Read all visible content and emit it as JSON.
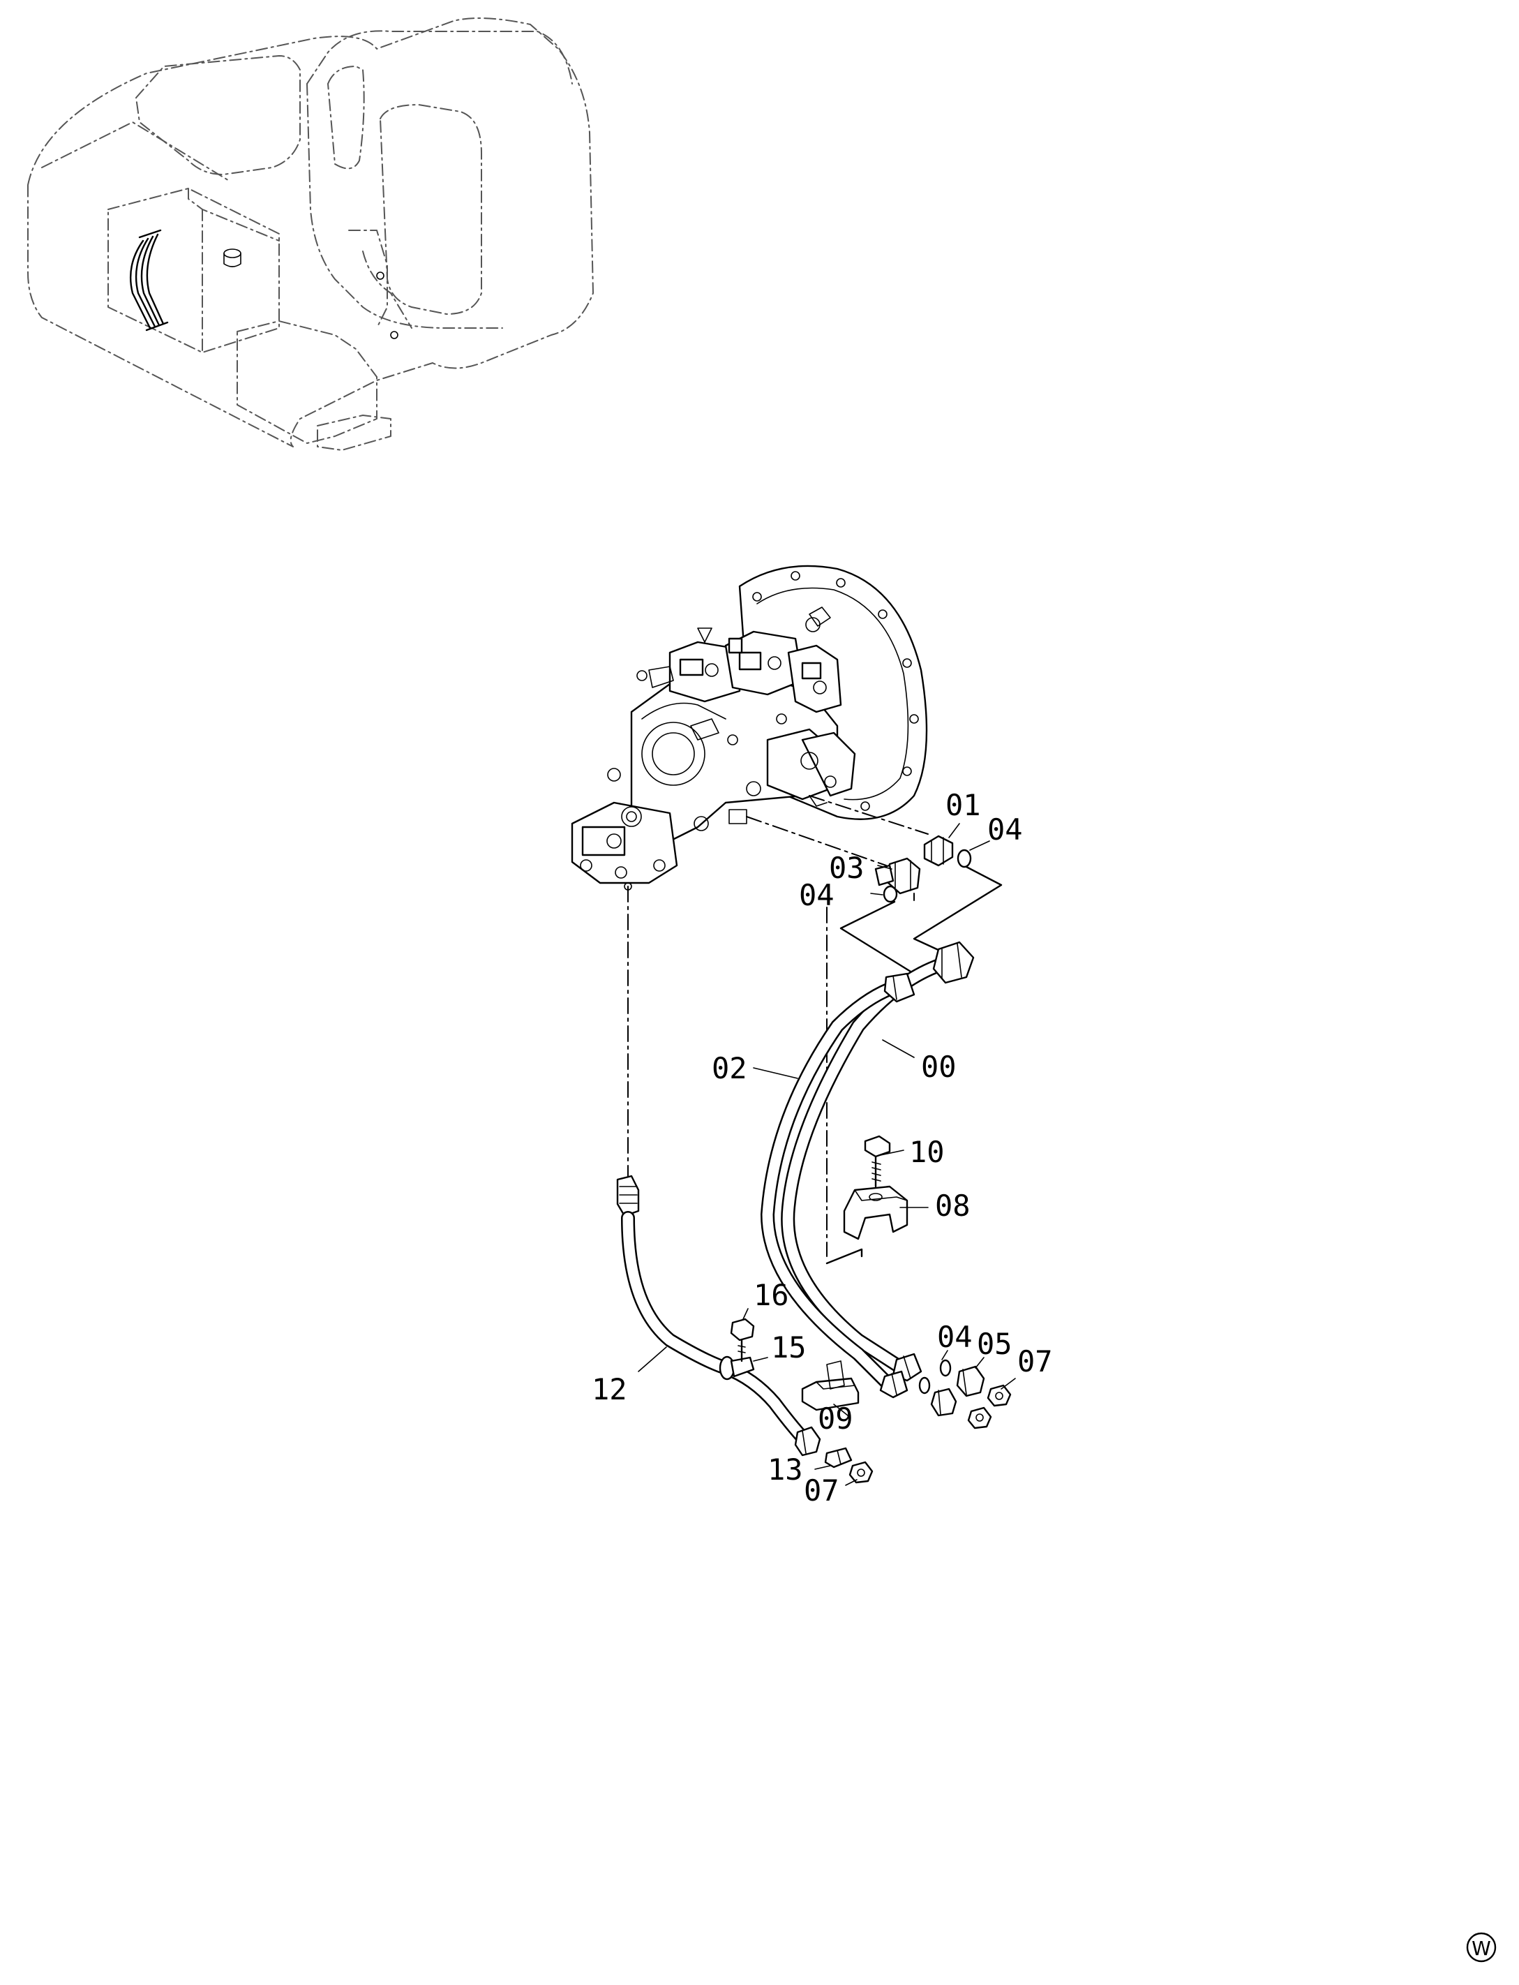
{
  "callouts": {
    "p00": "00",
    "p01": "01",
    "p02": "02",
    "p03": "03",
    "p04a": "04",
    "p04b": "04",
    "p04c": "04",
    "p05": "05",
    "p07a": "07",
    "p07b": "07",
    "p08": "08",
    "p09": "09",
    "p10": "10",
    "p12": "12",
    "p13": "13",
    "p15": "15",
    "p16": "16"
  },
  "mark": "W"
}
